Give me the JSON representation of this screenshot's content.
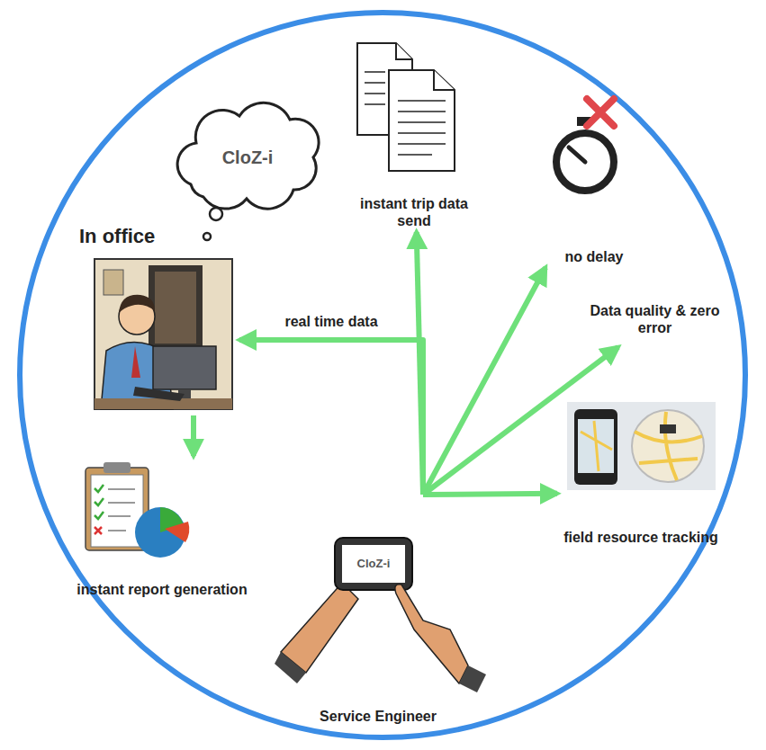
{
  "diagram": {
    "nodes": [
      {
        "text": [
          "CloZ-i"
        ]
      },
      {
        "text": [
          "In office"
        ]
      },
      {
        "text": [
          "instant report generation"
        ]
      },
      {
        "text": [
          "instant trip data send"
        ]
      },
      {
        "text": [
          "no delay"
        ]
      },
      {
        "text": [
          "Data quality & zero error"
        ]
      },
      {
        "text": [
          "field resource tracking"
        ]
      },
      {
        "text": [
          "Service Engineer"
        ]
      },
      {
        "text": [
          "CloZ-i"
        ],
        "in": 7
      }
    ],
    "edges": [
      {
        "from": 7,
        "to": 1,
        "arrow": "to",
        "label": "real time data"
      },
      {
        "from": 7,
        "to": 3,
        "arrow": "to"
      },
      {
        "from": 7,
        "to": 4,
        "arrow": "to"
      },
      {
        "from": 7,
        "to": 5,
        "arrow": "to"
      },
      {
        "from": 7,
        "to": 6,
        "arrow": "to"
      },
      {
        "from": 1,
        "to": 2,
        "arrow": "to"
      }
    ]
  }
}
